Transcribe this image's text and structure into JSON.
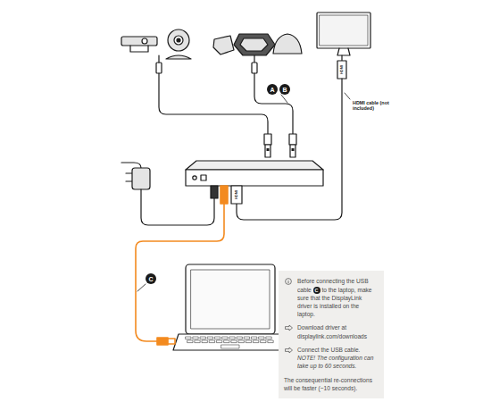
{
  "diagram": {
    "nodes": [
      {
        "text": [
          "Before connecting the USB cable",
          "C",
          "to the laptop, make sure that the DisplayLink driver is installed on the laptop.",
          "Download driver at displaylink.com/downloads",
          "Connect the USB cable.",
          "NOTE! The configuration can take up to 60 seconds.",
          "The consequential re-connections will be faster (~10 seconds)."
        ]
      }
    ],
    "labels": [
      "A",
      "B",
      "HDMI cable (not included)",
      "C",
      "HDMI",
      "HDMI"
    ]
  }
}
